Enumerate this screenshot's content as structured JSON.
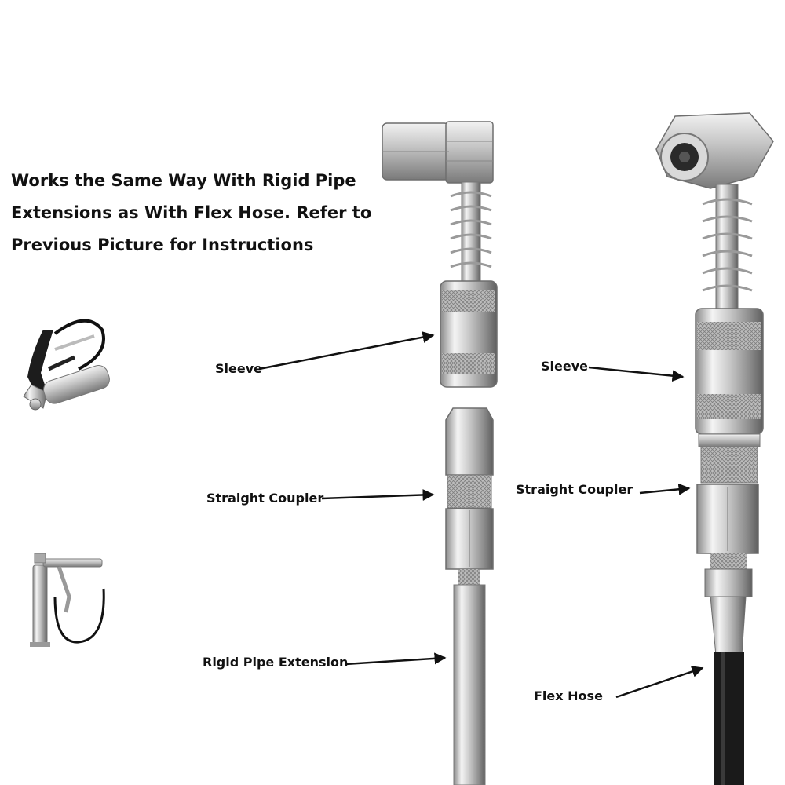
{
  "instructions": {
    "line1": "Works the Same Way With Rigid Pipe",
    "line2": "Extensions as With Flex Hose. Refer to",
    "line3": "Previous Picture for Instructions"
  },
  "rigid_assembly": {
    "sleeve_label": "Sleeve",
    "coupler_label": "Straight Coupler",
    "pipe_label": "Rigid Pipe Extension"
  },
  "flex_assembly": {
    "sleeve_label": "Sleeve",
    "coupler_label": "Straight Coupler",
    "hose_label": "Flex Hose"
  },
  "colors": {
    "metal_light": "#e8e8e8",
    "metal_mid": "#b5b5b5",
    "metal_dark": "#6e6e6e",
    "hose": "#1a1a1a"
  }
}
